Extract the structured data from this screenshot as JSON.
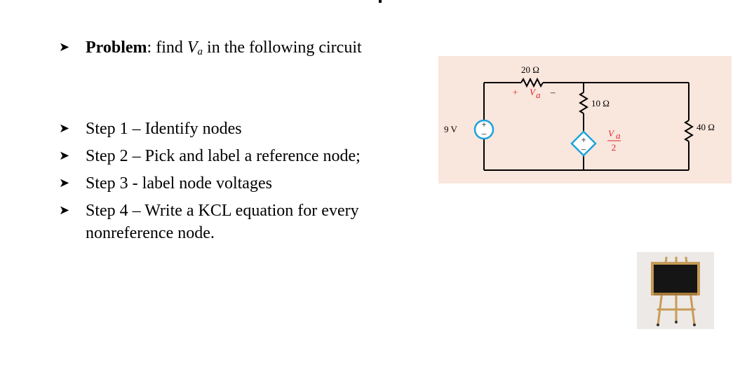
{
  "slide": {
    "problem": {
      "label": "Problem",
      "text_before": ": find ",
      "var": "V",
      "var_sub": "a",
      "text_after": " in the following circuit"
    },
    "steps": [
      "Step 1 – Identify nodes",
      "Step 2 – Pick and label a reference node;",
      "Step 3 - label node voltages",
      "Step 4 – Write a KCL equation for every nonreference node."
    ],
    "bullet_glyph": "➤"
  },
  "circuit": {
    "r1_label": "20 Ω",
    "va_plus": "+",
    "va_var": "V",
    "va_sub": "a",
    "va_minus": "–",
    "r2_label": "10 Ω",
    "r3_label": "40 Ω",
    "source_label": "9 V",
    "source_plus": "+",
    "source_minus": "–",
    "dep_plus": "+",
    "dep_minus": "–",
    "dep_num_var": "V",
    "dep_num_sub": "a",
    "dep_den": "2",
    "source_color": "#1fa3dc",
    "panel_color": "#f9e6dc",
    "label_color": "#e0272f"
  },
  "image": {
    "name": "chalkboard-on-easel"
  }
}
